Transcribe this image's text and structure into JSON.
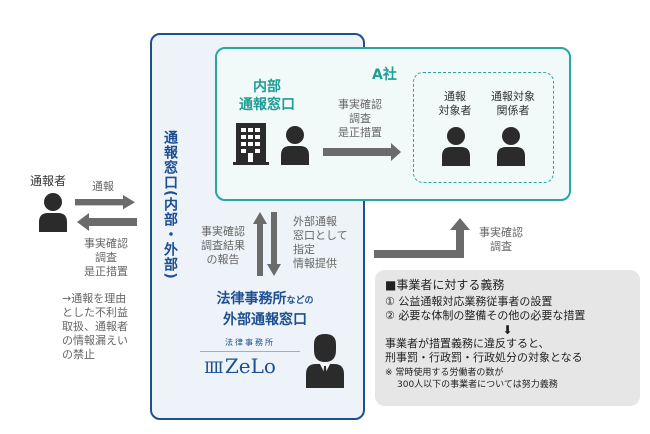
{
  "whistleblower": {
    "label": "通報者",
    "report": "通報",
    "back": [
      "事実確認",
      "調査",
      "是正措置"
    ],
    "note": [
      "→通報を理由",
      "とした不利益",
      "取扱、通報者",
      "の情報漏えい",
      "の禁止"
    ]
  },
  "window_label": "通報窓口(内部・外部)",
  "company": {
    "name": "A社",
    "internal": [
      "内部",
      "通報窓口"
    ],
    "action": [
      "事実確認",
      "調査",
      "是正措置"
    ],
    "target": [
      "通報",
      "対象者"
    ],
    "related": [
      "通報対象",
      "関係者"
    ]
  },
  "external": {
    "up": [
      "事実確認",
      "調査結果",
      "の報告"
    ],
    "down": [
      "外部通報",
      "窓口として",
      "指定",
      "情報提供"
    ],
    "title_main": "法律事務所",
    "title_small": "などの",
    "title2": "外部通報窓口",
    "logo_small": "法律事務所",
    "logo": "ZeLo"
  },
  "to_company": [
    "事実確認",
    "調査"
  ],
  "duties": {
    "title": "■事業者に対する義務",
    "items": [
      "① 公益通報対応業務従事者の設置",
      "② 必要な体制の整備その他の必要な措置"
    ],
    "result": [
      "事業者が措置義務に違反すると、",
      "刑事罰・行政罰・行政処分の対象となる"
    ],
    "note": [
      "※ 常時使用する労働者の数が",
      "300人以下の事業者については努力義務"
    ]
  }
}
